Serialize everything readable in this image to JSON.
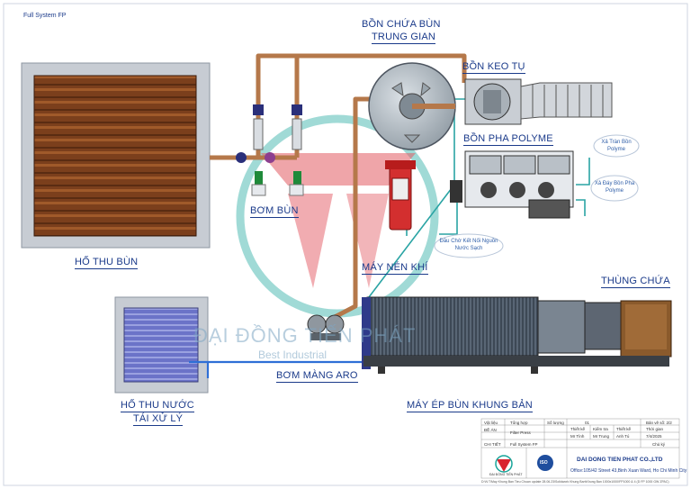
{
  "header": {
    "title": "Full System FP"
  },
  "labels": {
    "bon_chua_bun_1": "BỒN CHỨA BÙN",
    "bon_chua_bun_2": "TRUNG GIAN",
    "bon_keo_tu": "BỒN KEO TỤ",
    "bon_pha_polyme": "BỒN PHA POLYME",
    "bom_bun": "BƠM BÙN",
    "ho_thu_bun": "HỐ THU BÙN",
    "may_nen_khi": "MÁY NÉN KHÍ",
    "thung_chua": "THÙNG CHỨA",
    "bom_mang_aro": "BƠM MÀNG    ARO",
    "ho_thu_nuoc_1": "HỐ THU NƯỚC",
    "ho_thu_nuoc_2": "TÁI XỬ LÝ",
    "may_ep_bun": "MÁY ÉP BÙN KHUNG BẢN"
  },
  "callouts": {
    "xa_tran": "Xả Tràn Bồn Polyme",
    "xa_day": "Xả Đáy Bồn Pha Polyme",
    "dau_cho": "Đầu Chờ Kết Nối Nguồn Nước Sạch"
  },
  "watermark": {
    "line1": "ĐẠI ĐỒNG TIẾN PHÁT",
    "line2": "Best Industrial"
  },
  "title_block": {
    "r1": [
      "Vật liệu",
      "Tổng hợp",
      "Số lượng",
      "01",
      "Bản vẽ số: 2/2"
    ],
    "r2": [
      "ĐỀ ÁN",
      "Filter Press",
      "Thiết kế",
      "Kiểm tra",
      "Thiết kế",
      "Thời gian"
    ],
    "r3": [
      "Mr Tình",
      "Mr Trung",
      "Anh Tú",
      "7/4/2025"
    ],
    "r4": [
      "CHI TIẾT",
      "Full System FP",
      "Chủ ký"
    ],
    "company": "DAI DONG TIEN PHAT CO.,LTD",
    "address": "Office:105/42 Street 43,Binh Xuan Ward, Ho Chi Minh City",
    "logo_caption": "ĐẠI ĐỒNG TIẾN PHÁT",
    "iso": "ISO"
  },
  "footer": "D:\\N T\\May Khung Ban Tieu Chuan update 28.06.23\\Solidwork Khung Ban\\Khung Ban 1000x1000\\FP1000 & 4 (D FP 1000 GW ZPAC)",
  "colors": {
    "accent": "#1a3a8a",
    "pipe_brown": "#b5784a",
    "pipe_teal": "#2aa4a4",
    "pipe_blue": "#2f6fd6",
    "logo_red": "#d9242f",
    "logo_teal": "#18a59a"
  }
}
